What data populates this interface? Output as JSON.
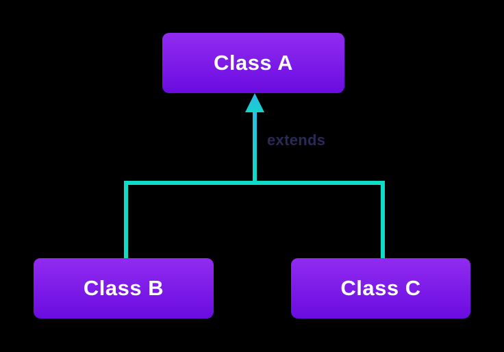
{
  "diagram": {
    "type": "class-inheritance",
    "background": "#000000",
    "nodes": [
      {
        "id": "class-a",
        "label": "Class A",
        "role": "superclass"
      },
      {
        "id": "class-b",
        "label": "Class B",
        "role": "subclass"
      },
      {
        "id": "class-c",
        "label": "Class C",
        "role": "subclass"
      }
    ],
    "edges": [
      {
        "from": "class-b",
        "to": "class-a",
        "label": "extends"
      },
      {
        "from": "class-c",
        "to": "class-a",
        "label": "extends"
      }
    ],
    "edge_label": "extends",
    "colors": {
      "node_gradient_top": "#912bf0",
      "node_gradient_bottom": "#6a0ce0",
      "connector": "#0ddcc6",
      "arrowhead_gradient_top": "#2fb3ec",
      "arrowhead_gradient_bottom": "#14d5c9",
      "edge_label_text": "#2b2956",
      "node_text": "#ffffff"
    }
  }
}
